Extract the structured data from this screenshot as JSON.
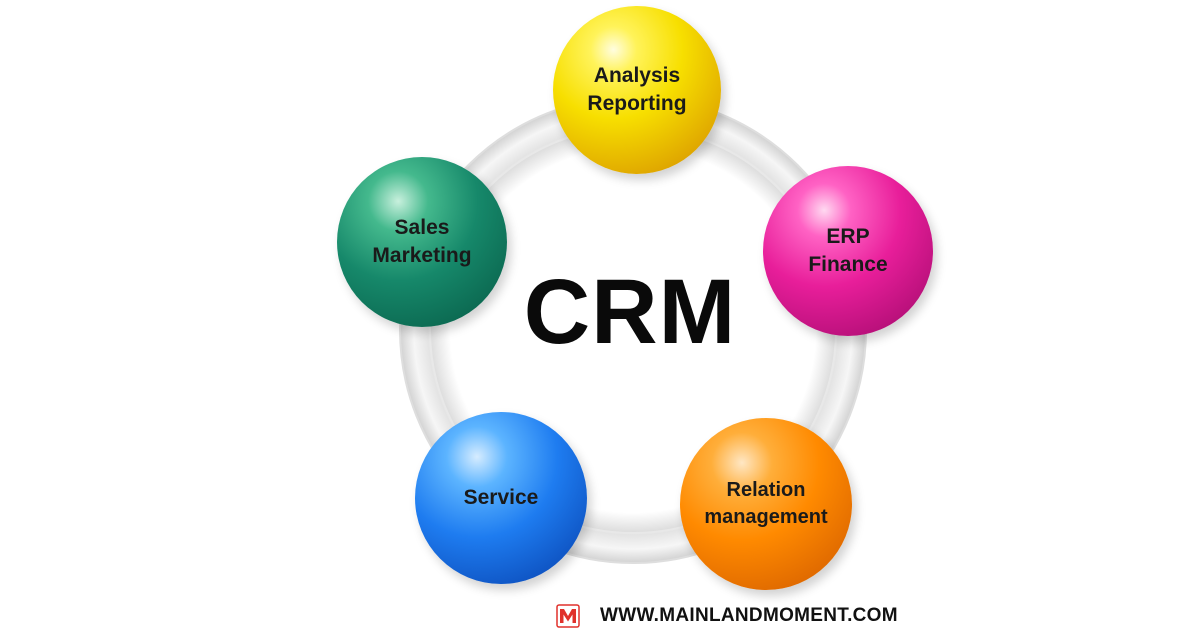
{
  "diagram": {
    "center_title": "CRM",
    "nodes": [
      {
        "key": "analysis",
        "lines": [
          "Analysis",
          "Reporting"
        ],
        "color": "#f7df00"
      },
      {
        "key": "erp",
        "lines": [
          "ERP",
          "Finance"
        ],
        "color": "#e81e9a"
      },
      {
        "key": "relation",
        "lines": [
          "Relation",
          "management"
        ],
        "color": "#ff8a00"
      },
      {
        "key": "service",
        "lines": [
          "Service"
        ],
        "color": "#1e7cf0"
      },
      {
        "key": "sales",
        "lines": [
          "Sales",
          "Marketing"
        ],
        "color": "#16886a"
      }
    ],
    "ring_color": "#ececec"
  },
  "footer": {
    "logo_icon": "m-logo-icon",
    "logo_color": "#e0312b",
    "url": "WWW.MAINLANDMOMENT.COM"
  }
}
